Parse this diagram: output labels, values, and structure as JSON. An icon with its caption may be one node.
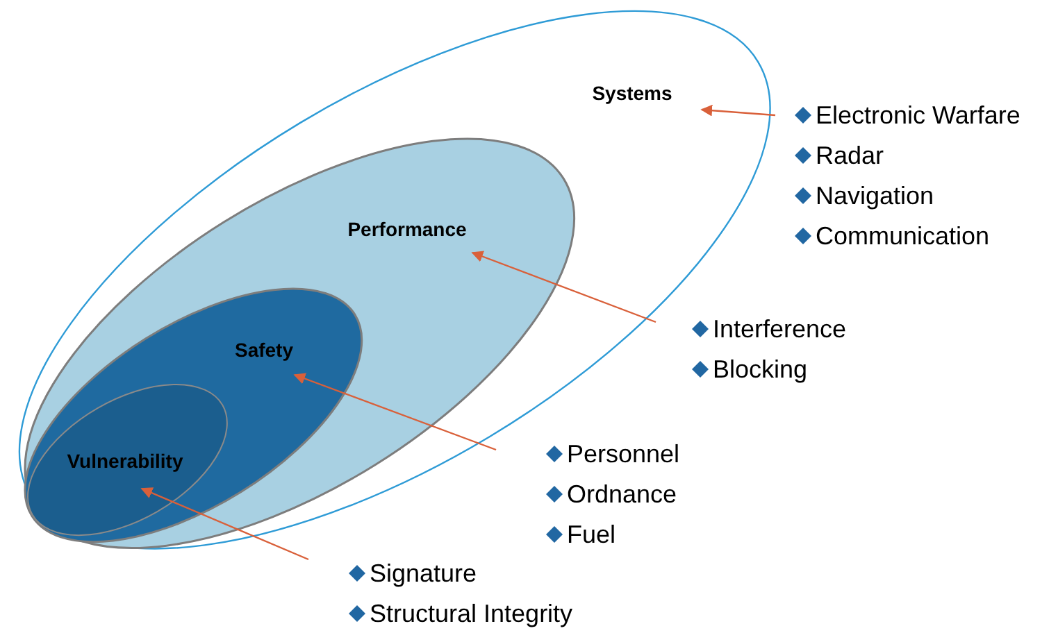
{
  "diagram": {
    "nodes": [
      {
        "text": [
          "Systems"
        ]
      },
      {
        "text": [
          "Performance"
        ],
        "in": 0
      },
      {
        "text": [
          "Safety"
        ],
        "in": 1
      },
      {
        "text": [
          "Vulnerability"
        ],
        "in": 2
      },
      {
        "text": [
          "Electronic Warfare",
          "Radar",
          "Navigation",
          "Communication"
        ]
      },
      {
        "text": [
          "Interference",
          "Blocking"
        ]
      },
      {
        "text": [
          "Personnel",
          "Ordnance",
          "Fuel"
        ]
      },
      {
        "text": [
          "Signature",
          "Structural Integrity"
        ]
      }
    ],
    "edges": [
      {
        "from": 4,
        "to": 0,
        "arrow": "to"
      },
      {
        "from": 5,
        "to": 1,
        "arrow": "to"
      },
      {
        "from": 6,
        "to": 2,
        "arrow": "to"
      },
      {
        "from": 7,
        "to": 3,
        "arrow": "to"
      }
    ]
  }
}
